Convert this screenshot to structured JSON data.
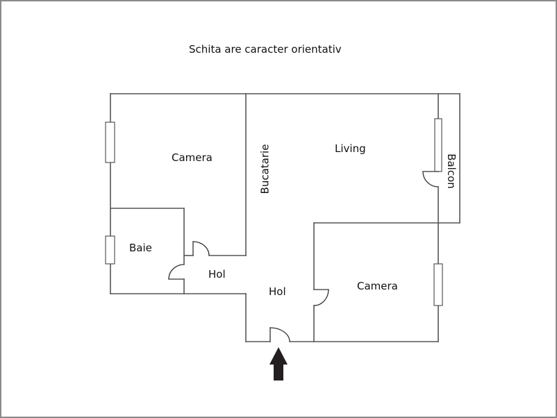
{
  "title": "Schita are caracter orientativ",
  "rooms": {
    "camera_1": "Camera",
    "baie": "Baie",
    "hol_1": "Hol",
    "hol_2": "Hol",
    "bucatarie": "Bucatarie",
    "living": "Living",
    "balcon": "Balcon",
    "camera_2": "Camera"
  },
  "entrance": {
    "arrow": "arrow-up-icon"
  },
  "colors": {
    "wall": "#555555",
    "frame": "#8a8a8a",
    "arrow": "#231f20",
    "background": "#ffffff"
  }
}
